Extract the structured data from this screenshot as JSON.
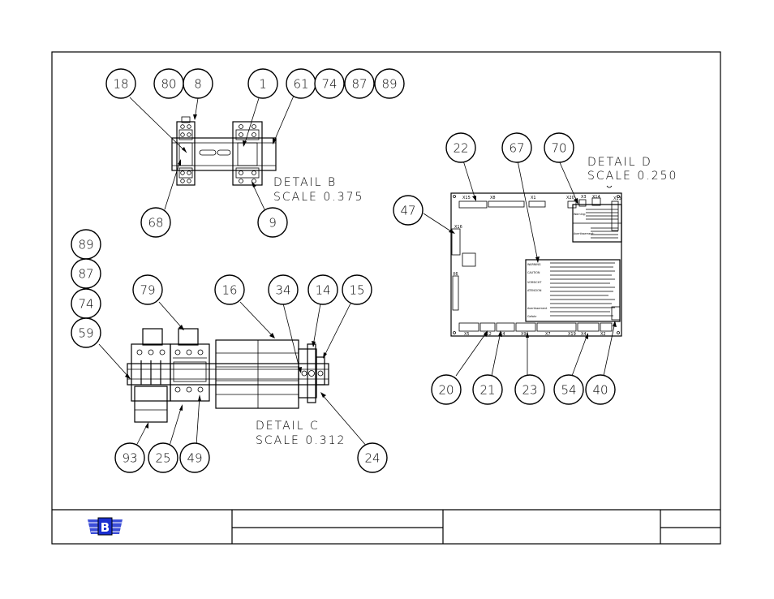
{
  "details": {
    "b": {
      "title": "DETAIL  B",
      "scale": "SCALE  0.375"
    },
    "c": {
      "title": "DETAIL  C",
      "scale": "SCALE  0.312"
    },
    "d": {
      "title": "DETAIL  D",
      "scale": "SCALE  0.250"
    }
  },
  "balloons": {
    "b": [
      "18",
      "80",
      "8",
      "1",
      "61",
      "74",
      "87",
      "89",
      "68",
      "9"
    ],
    "c": [
      "89",
      "87",
      "74",
      "59",
      "79",
      "16",
      "34",
      "14",
      "15",
      "93",
      "25",
      "49",
      "24"
    ],
    "d": [
      "22",
      "67",
      "70",
      "47",
      "20",
      "21",
      "23",
      "54",
      "40"
    ]
  },
  "board_connectors": [
    "X15",
    "X8",
    "X1",
    "X20",
    "X3",
    "X14",
    "X13",
    "X16",
    "X6",
    "X5",
    "X12",
    "X4",
    "X9",
    "X7",
    "X19",
    "X4",
    "X2"
  ],
  "warning_labels": {
    "upper": [
      "Warning:",
      "Avertissement:"
    ],
    "lower": [
      "WARNING",
      "CAUTION",
      "VORSICHT",
      "ATENCION",
      "Avertissement",
      "Gefahr"
    ]
  },
  "colors": {
    "line": "#000000",
    "background": "#ffffff",
    "logo": "#1a2fd0"
  },
  "title_block": {
    "logo_icon": "company-logo-icon"
  }
}
